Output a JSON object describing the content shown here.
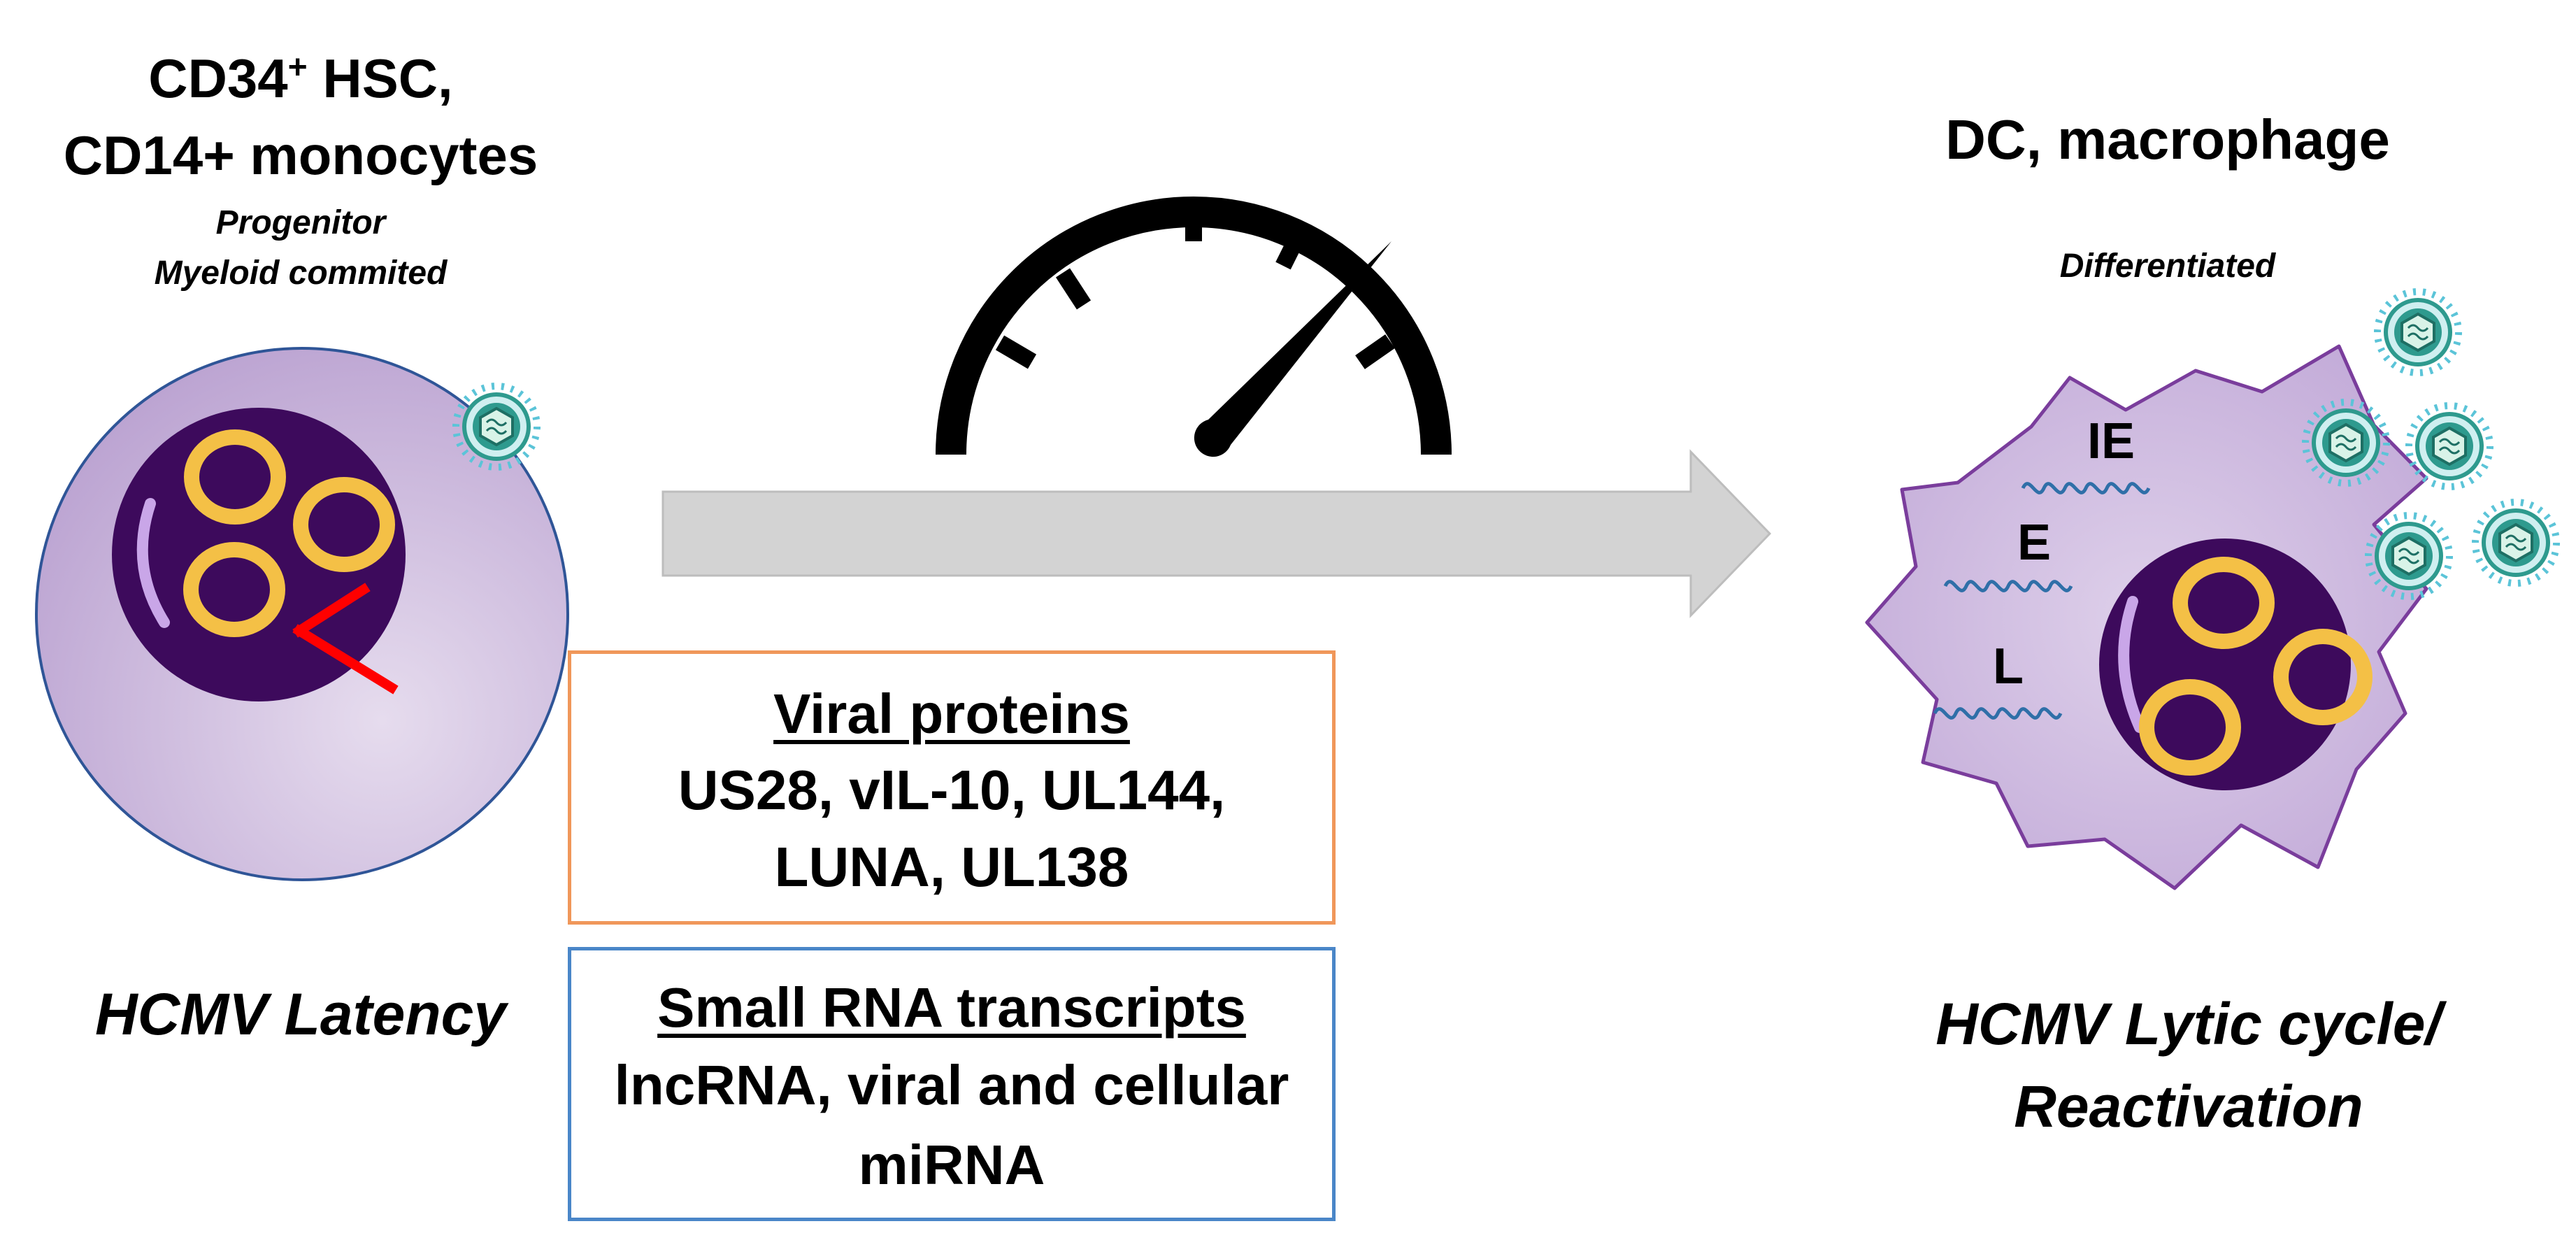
{
  "left_cell": {
    "title_line1": "CD34",
    "title_sup": "+",
    "title_line1_rest": " HSC,",
    "title_line2": "CD14+ monocytes",
    "subtitle_line1": "Progenitor",
    "subtitle_line2": "Myeloid commited",
    "caption": "HCMV Latency"
  },
  "right_cell": {
    "title": "DC, macrophage",
    "subtitle": "Differentiated",
    "caption_line1": "HCMV Lytic cycle/",
    "caption_line2": "Reactivation",
    "gene_labels": [
      "IE",
      "E",
      "L"
    ]
  },
  "protein_box": {
    "heading": "Viral proteins",
    "line1": "US28, vIL-10, UL144,",
    "line2": "LUNA, UL138",
    "border_color": "#F0975A"
  },
  "rna_box": {
    "heading": "Small RNA transcripts",
    "line1": "lncRNA, viral and cellular",
    "line2": "miRNA",
    "border_color": "#4A86C8"
  },
  "icons": [
    "speedometer-icon",
    "progression-arrow-icon",
    "virion-icon",
    "inhibition-icon",
    "transcript-icon"
  ],
  "colors": {
    "cell": "#C9B3DA",
    "nucleus": "#3D0A5C",
    "episome": "#F4C046",
    "inhibitor": "#FF0000",
    "arrow": "#D3D3D3",
    "virion": "#2E9A8E"
  }
}
